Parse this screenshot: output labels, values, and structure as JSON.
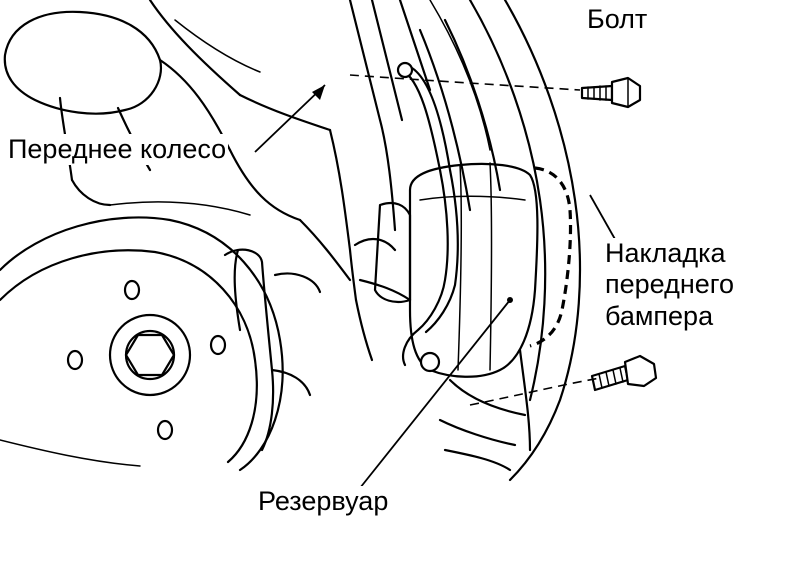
{
  "labels": {
    "bolt": "Болт",
    "front_wheel": "Переднее колесо",
    "bumper_cover": "Накладка\nпереднего\nбампера",
    "reservoir": "Резервуар"
  },
  "colors": {
    "line": "#000000",
    "background": "#ffffff"
  }
}
